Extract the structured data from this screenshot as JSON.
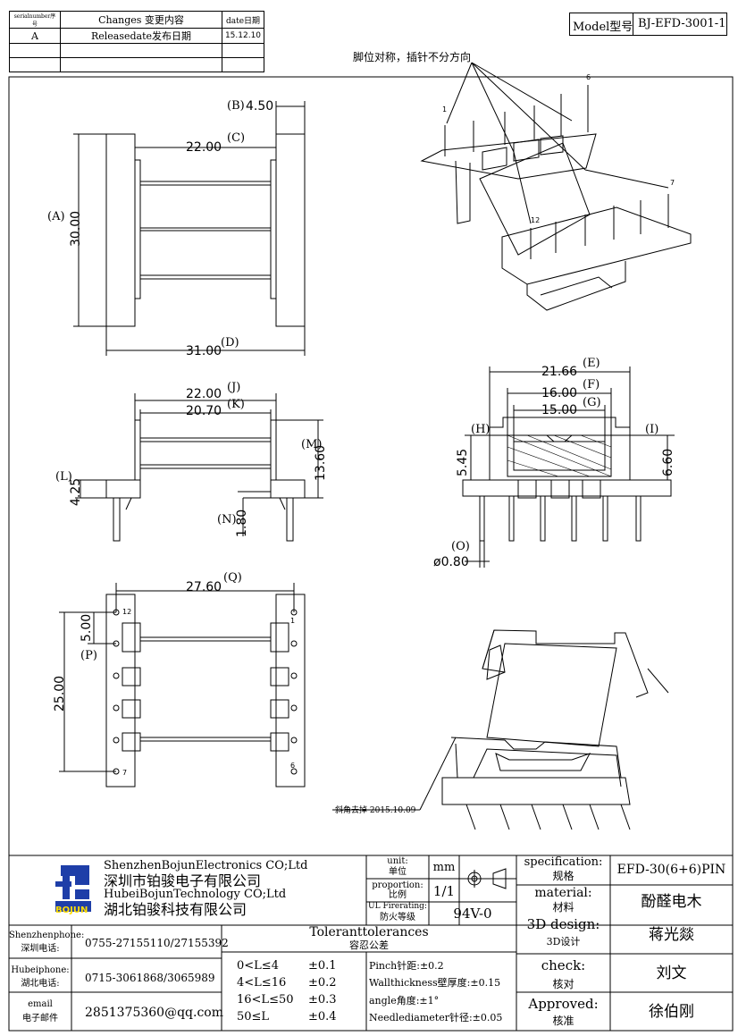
{
  "revision_table": {
    "headers": [
      "serialnumber序号",
      "Changes 变更内容",
      "date日期"
    ],
    "rows": [
      [
        "A",
        "Releasedate发布日期",
        "15.12.10"
      ],
      [
        "",
        "",
        ""
      ],
      [
        "",
        "",
        ""
      ]
    ]
  },
  "model": {
    "label": "Model型号",
    "value": "BJ-EFD-3001-1"
  },
  "notes": {
    "pin_symmetry": "脚位对称，插针不分方向",
    "chamfer": "斜角去掉 2015.10.09"
  },
  "top_view": {
    "dims": [
      {
        "tag": "(B)",
        "value": "4.50"
      },
      {
        "tag": "(C)",
        "value": "22.00"
      },
      {
        "tag": "(A)",
        "value": "30.00"
      },
      {
        "tag": "(D)",
        "value": "31.00"
      }
    ]
  },
  "side_view": {
    "dims": [
      {
        "tag": "(J)",
        "value": "22.00"
      },
      {
        "tag": "(K)",
        "value": "20.70"
      },
      {
        "tag": "(M)",
        "value": "13.60"
      },
      {
        "tag": "(L)",
        "value": "4.25"
      },
      {
        "tag": "(N)",
        "value": "1.80"
      }
    ]
  },
  "front_view": {
    "dims": [
      {
        "tag": "(E)",
        "value": "21.66"
      },
      {
        "tag": "(F)",
        "value": "16.00"
      },
      {
        "tag": "(G)",
        "value": "15.00"
      },
      {
        "tag": "(H)",
        "value": "5.45"
      },
      {
        "tag": "(I)",
        "value": "6.60"
      },
      {
        "tag": "(O)",
        "value": "ø0.80"
      }
    ]
  },
  "bottom_view": {
    "dims": [
      {
        "tag": "(Q)",
        "value": "27.60"
      },
      {
        "tag": "(P)",
        "value": "5.00"
      },
      {
        "tag": "",
        "value": "25.00"
      }
    ],
    "pin_labels": {
      "p12": "12",
      "p1": "1",
      "p7": "7",
      "p6": "6"
    }
  },
  "iso_pin_labels": {
    "p1": "1",
    "p6": "6",
    "p7": "7",
    "p12": "12"
  },
  "title_block": {
    "company_en_1": "ShenzhenBojunElectronics CO;Ltd",
    "company_cn_1": "深圳市铂骏电子有限公司",
    "company_en_2": "HubeiBojunTechnology CO;Ltd",
    "company_cn_2": "湖北铂骏科技有限公司",
    "logo_text": "BOJUN",
    "unit_label": "unit:",
    "unit_label_cn": "单位",
    "unit_value": "mm",
    "proportion_label": "proportion:",
    "proportion_label_cn": "比例",
    "proportion_value": "1/1",
    "fire_label": "UL Firerating:",
    "fire_label_cn": "防火等级",
    "fire_value": "94V-0",
    "spec_label": "specification:",
    "spec_label_cn": "规格",
    "spec_value": "EFD-30(6+6)PIN",
    "material_label": "material:",
    "material_label_cn": "材料",
    "material_value": "酚醛电木",
    "design_label": "3D design:",
    "design_label_cn": "3D设计",
    "design_value": "蒋光燚",
    "check_label": "check:",
    "check_label_cn": "核对",
    "check_value": "刘文",
    "approved_label": "Approved:",
    "approved_label_cn": "核准",
    "approved_value": "徐伯刚",
    "sz_phone_label": "Shenzhenphone:",
    "sz_phone_label_cn": "深圳电话:",
    "sz_phone": "0755-27155110/27155392",
    "hb_phone_label": "Hubeiphone:",
    "hb_phone_label_cn": "湖北电话:",
    "hb_phone": "0715-3061868/3065989",
    "email_label": "email",
    "email_label_cn": "电子邮件",
    "email": "2851375360@qq.com",
    "tol_title": "Toleranttolerances",
    "tol_title_cn": "容忍公差",
    "tolerances": [
      {
        "range": "0<L≤4",
        "value": "±0.1"
      },
      {
        "range": "4<L≤16",
        "value": "±0.2"
      },
      {
        "range": "16<L≤50",
        "value": "±0.3"
      },
      {
        "range": "50≤L",
        "value": "±0.4"
      }
    ],
    "pinch": "Pinch针距:±0.2",
    "wall": "Wallthickness壁厚度:±0.15",
    "angle": "angle角度:±1°",
    "needle": "Needlediameter针径:±0.05"
  }
}
